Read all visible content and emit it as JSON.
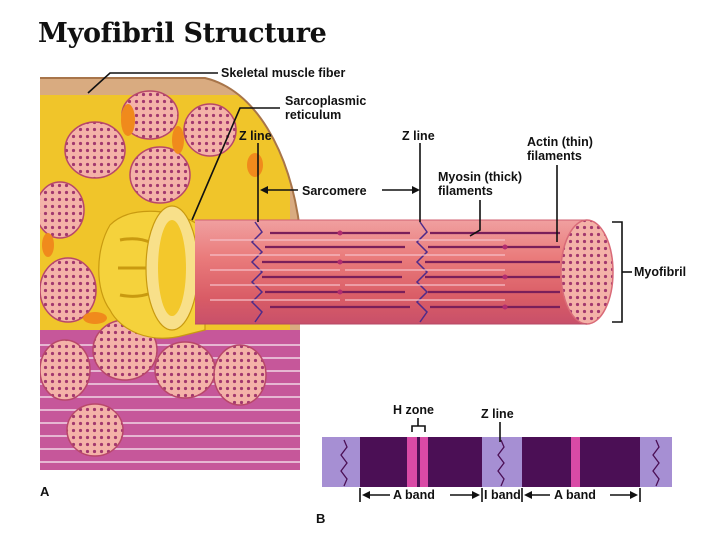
{
  "title": "Myofibril Structure",
  "labels": {
    "skeletal_muscle_fiber": "Skeletal muscle fiber",
    "sarcoplasmic_reticulum_1": "Sarcoplasmic",
    "sarcoplasmic_reticulum_2": "reticulum",
    "z_line_left": "Z line",
    "z_line_right": "Z line",
    "sarcomere": "Sarcomere",
    "myosin_1": "Myosin (thick)",
    "myosin_2": "filaments",
    "actin_1": "Actin (thin)",
    "actin_2": "filaments",
    "myofibril": "Myofibril",
    "h_zone": "H zone",
    "z_line_b": "Z line",
    "a_band_left": "A band",
    "i_band": "I band",
    "a_band_right": "A band"
  },
  "panels": {
    "a": "A",
    "b": "B"
  },
  "colors": {
    "fiber_tan": "#d7a87c",
    "myofibril_pink": "#e06a6a",
    "reticulum_yellow": "#f2c21b",
    "a_band_purple": "#4b0f55",
    "i_band_lavender": "#a68fd3",
    "h_zone_magenta": "#d94aa6"
  }
}
